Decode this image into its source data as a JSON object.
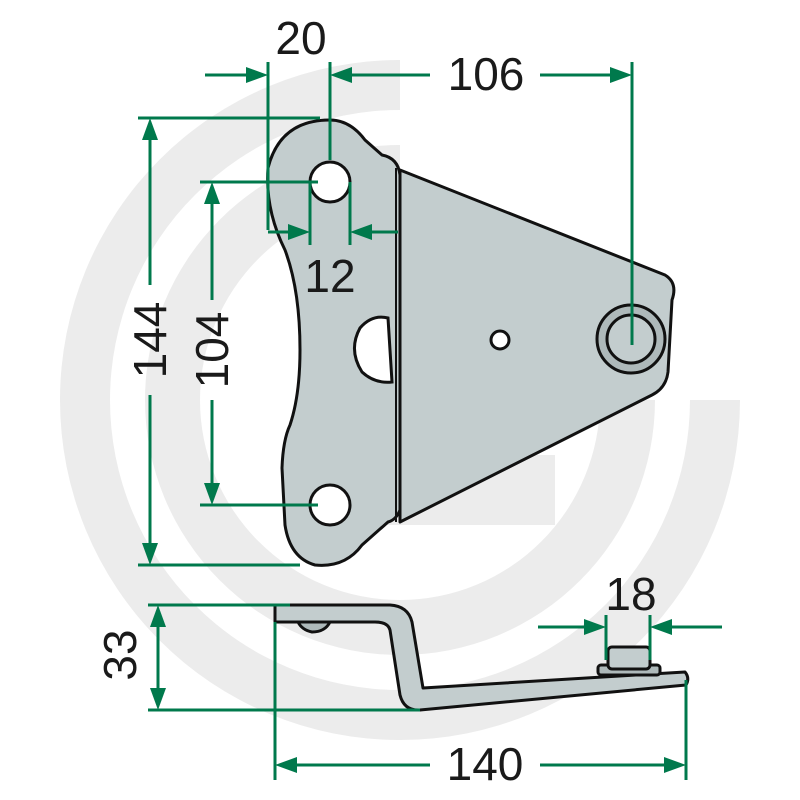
{
  "dimensions": {
    "top_left": "20",
    "top_right": "106",
    "hole_dia": "12",
    "height_total": "144",
    "hole_spacing": "104",
    "bushing": "18",
    "bend_height": "33",
    "length_total": "140"
  },
  "colors": {
    "dimension_line": "#00794c",
    "part_fill": "#c3cdce",
    "outline": "#111111",
    "watermark": "#ececec"
  }
}
